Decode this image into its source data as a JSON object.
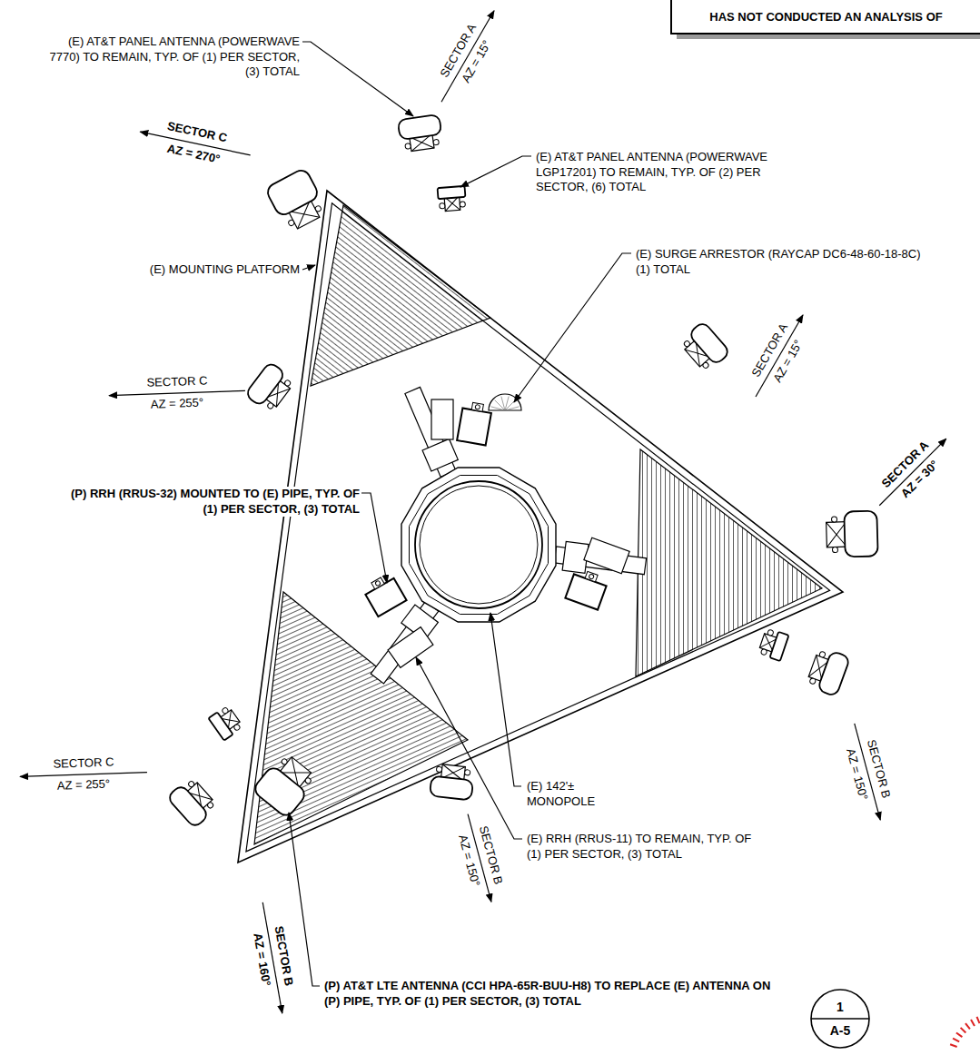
{
  "diagram": {
    "nodes": [
      {
        "text": [
          "HAS NOT CONDUCTED AN ANALYSIS OF"
        ]
      },
      {
        "text": [
          "1",
          "A-5"
        ]
      }
    ],
    "labels": [
      "(E) AT&T PANEL ANTENNA (POWERWAVE 7770) TO REMAIN, TYP. OF (1) PER SECTOR, (3) TOTAL",
      "SECTOR A",
      "AZ = 15°",
      "(E) AT&T PANEL ANTENNA (POWERWAVE LGP17201) TO REMAIN, TYP. OF (2) PER SECTOR, (6) TOTAL",
      "SECTOR C",
      "AZ = 270°",
      "(E) MOUNTING PLATFORM",
      "(E) SURGE ARRESTOR (RAYCAP DC6-48-60-18-8C) (1) TOTAL",
      "SECTOR C",
      "AZ = 255°",
      "SECTOR A",
      "AZ = 15°",
      "SECTOR A",
      "AZ = 30°",
      "(P) RRH (RRUS-32) MOUNTED TO (E) PIPE, TYP. OF (1) PER SECTOR, (3) TOTAL",
      "SECTOR C",
      "AZ = 255°",
      "(E) 142'± MONOPOLE",
      "SECTOR B",
      "AZ = 150°",
      "(E) RRH (RRUS-11) TO REMAIN, TYP. OF (1) PER SECTOR, (3) TOTAL",
      "SECTOR B",
      "AZ = 150°",
      "SECTOR B",
      "AZ = 160°",
      "(P) AT&T LTE ANTENNA (CCI HPA-65R-BUU-H8) TO REPLACE (E) ANTENNA ON (P) PIPE, TYP. OF (1) PER SECTOR, (3) TOTAL"
    ]
  }
}
